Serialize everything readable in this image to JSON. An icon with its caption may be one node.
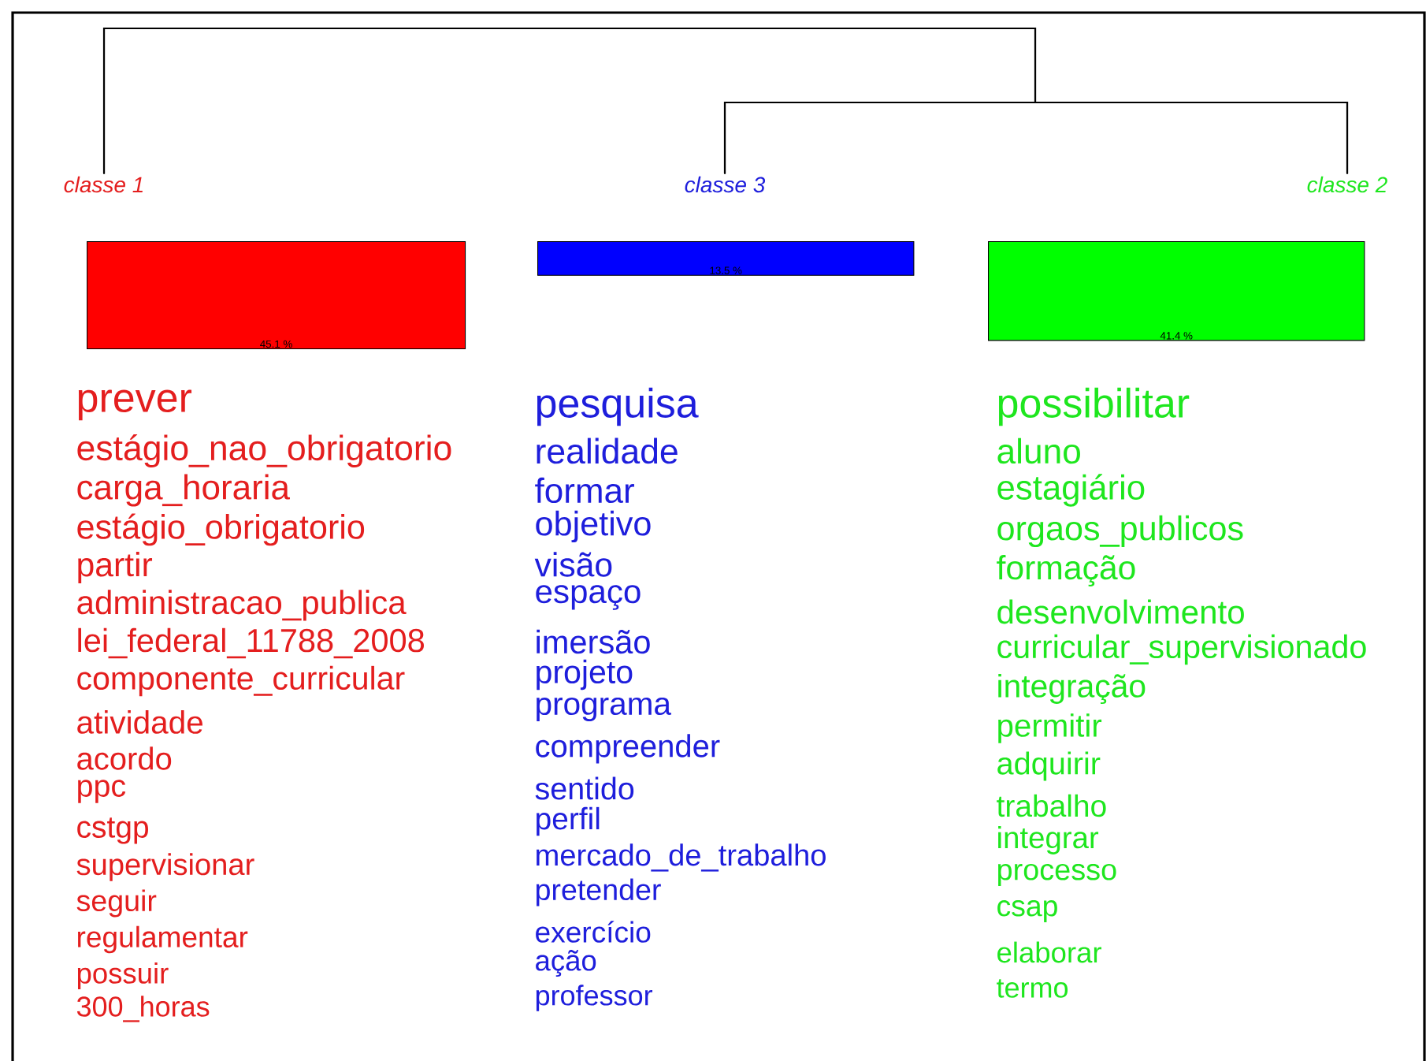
{
  "diagram": {
    "nodes": [
      {
        "text": [
          "classe 1"
        ]
      },
      {
        "text": [
          "classe 3"
        ]
      },
      {
        "text": [
          "classe 2"
        ]
      },
      {
        "text": [
          "45.1 %"
        ]
      },
      {
        "text": [
          "13.5 %"
        ]
      },
      {
        "text": [
          "41.4 %"
        ]
      }
    ],
    "edges": [
      {
        "from": 0,
        "to": 1,
        "arrow": "none"
      },
      {
        "from": 0,
        "to": 2,
        "arrow": "none"
      },
      {
        "from": 1,
        "to": 2,
        "arrow": "none"
      }
    ],
    "labels": [
      "prever",
      "estágio_nao_obrigatorio",
      "carga_horaria",
      "estágio_obrigatorio",
      "partir",
      "administracao_publica",
      "lei_federal_11788_2008",
      "componente_curricular",
      "atividade",
      "acordo",
      "ppc",
      "cstgp",
      "supervisionar",
      "seguir",
      "regulamentar",
      "possuir",
      "300_horas",
      "pesquisa",
      "realidade",
      "formar",
      "objetivo",
      "visão",
      "espaço",
      "imersão",
      "projeto",
      "programa",
      "compreender",
      "sentido",
      "perfil",
      "mercado_de_trabalho",
      "pretender",
      "exercício",
      "ação",
      "professor",
      "possibilitar",
      "aluno",
      "estagiário",
      "orgaos_publicos",
      "formação",
      "desenvolvimento",
      "curricular_supervisionado",
      "integração",
      "permitir",
      "adquirir",
      "trabalho",
      "integrar",
      "processo",
      "csap",
      "elaborar",
      "termo"
    ]
  }
}
